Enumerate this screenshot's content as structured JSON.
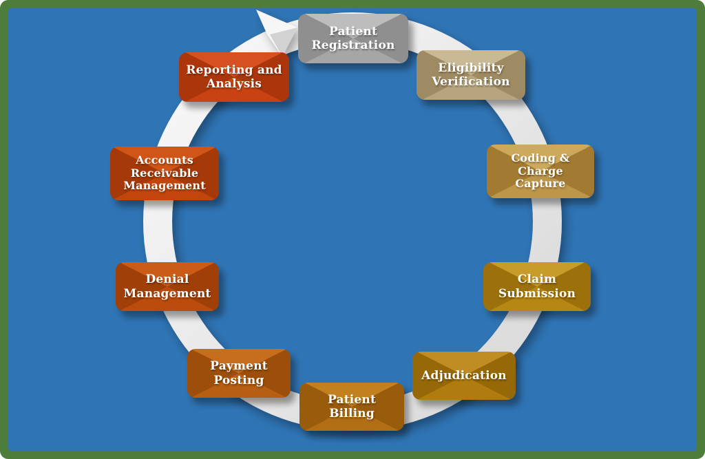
{
  "diagram": {
    "type": "cycle",
    "direction": "clockwise",
    "background_color": "#2f74b4",
    "frame_color": "#4e7c3b",
    "ring": {
      "icon": "clockwise-arrow",
      "color_light": "#fbfbfb",
      "color_shade": "#d6d6d6",
      "arrow_color": "#f6f6f6",
      "arrow_facet_color": "#d2d2d2"
    },
    "steps": [
      {
        "label": "Patient\nRegistration",
        "colors": {
          "light": "#bdbdbd",
          "mid": "#a6a6a6",
          "dark": "#8f8f8f"
        }
      },
      {
        "label": "Eligibility\nVerification",
        "colors": {
          "light": "#c9b994",
          "mid": "#b7a57e",
          "dark": "#9f8b63"
        }
      },
      {
        "label": "Coding &\nCharge\nCapture",
        "colors": {
          "light": "#cda95e",
          "mid": "#bd964a",
          "dark": "#a37a31"
        }
      },
      {
        "label": "Claim\nSubmission",
        "colors": {
          "light": "#c89c2a",
          "mid": "#b78714",
          "dark": "#9c700a"
        }
      },
      {
        "label": "Adjudication",
        "colors": {
          "light": "#c08d24",
          "mid": "#b07c10",
          "dark": "#966808"
        }
      },
      {
        "label": "Patient Billing",
        "colors": {
          "light": "#c2801f",
          "mid": "#b26e14",
          "dark": "#985c0c"
        }
      },
      {
        "label": "Payment\nPosting",
        "colors": {
          "light": "#c66e1d",
          "mid": "#b65e11",
          "dark": "#9c4e0a"
        }
      },
      {
        "label": "Denial\nManagement",
        "colors": {
          "light": "#cb5c18",
          "mid": "#bb4c0e",
          "dark": "#a03f08"
        }
      },
      {
        "label": "Accounts\nReceivable\nManagement",
        "colors": {
          "light": "#d05518",
          "mid": "#c2450e",
          "dark": "#a63908"
        }
      },
      {
        "label": "Reporting and\nAnalysis",
        "colors": {
          "light": "#d65022",
          "mid": "#c84213",
          "dark": "#ab360c"
        }
      }
    ]
  }
}
